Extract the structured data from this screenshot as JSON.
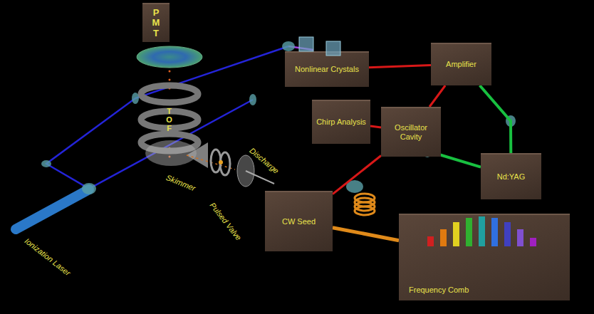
{
  "diagram": {
    "nodes": [
      {
        "text": [
          "PMT"
        ]
      },
      {
        "text": [
          "Nonlinear Crystals"
        ]
      },
      {
        "text": [
          "Amplifier"
        ]
      },
      {
        "text": [
          "Chirp Analysis"
        ]
      },
      {
        "text": [
          "Oscillator Cavity"
        ]
      },
      {
        "text": [
          "Nd:YAG"
        ]
      },
      {
        "text": [
          "CW Seed"
        ]
      },
      {
        "text": [
          "Frequency Comb"
        ]
      }
    ],
    "edges": [
      {
        "from": 6,
        "to": 4,
        "arrow": "none"
      },
      {
        "from": 4,
        "to": 2,
        "arrow": "none"
      },
      {
        "from": 2,
        "to": 1,
        "arrow": "none"
      },
      {
        "from": 4,
        "to": 3,
        "arrow": "none"
      },
      {
        "from": 5,
        "to": 4,
        "arrow": "none"
      },
      {
        "from": 5,
        "to": 2,
        "arrow": "none"
      },
      {
        "from": 6,
        "to": 7,
        "arrow": "none"
      }
    ],
    "labels": [
      "TOF",
      "Skimmer",
      "Discharge",
      "Pulsed Valve",
      "Ionization Laser"
    ]
  }
}
